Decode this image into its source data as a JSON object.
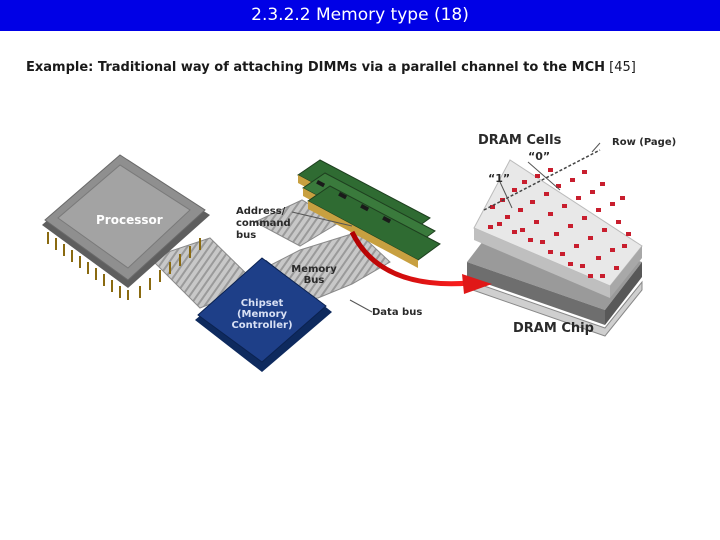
{
  "slide": {
    "title": "2.3.2.2 Memory type (18)",
    "subtitle_bold": "Example: Traditional way of attaching DIMMs via a parallel channel to the MCH",
    "subtitle_ref": "[45]"
  },
  "diagram": {
    "processor_label": "Processor",
    "address_label": [
      "Address/",
      "command",
      "bus"
    ],
    "memory_bus_label": [
      "Memory",
      "Bus"
    ],
    "chipset_label": [
      "Chipset",
      "(Memory",
      "Controller)"
    ],
    "data_bus_label": "Data bus",
    "dram_cells_label": "DRAM Cells",
    "row_label": "Row (Page)",
    "zero_label": "“0”",
    "one_label": "“1”",
    "dram_chip_label": "DRAM Chip"
  }
}
